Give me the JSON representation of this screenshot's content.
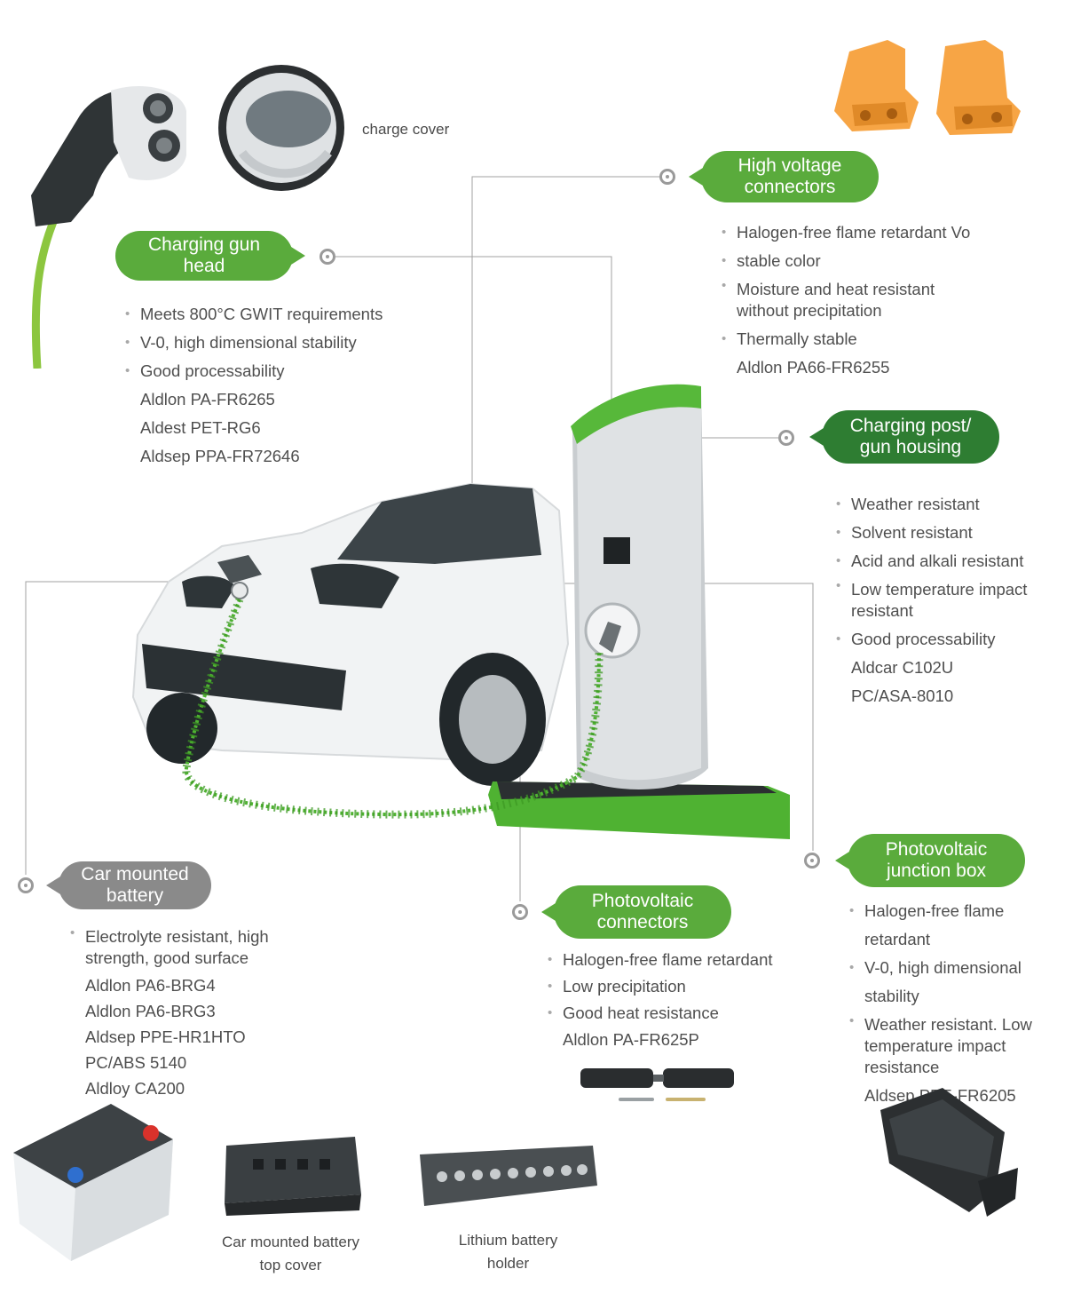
{
  "charge_cover": {
    "label": "charge cover"
  },
  "sections": {
    "high_voltage": {
      "title": "High voltage\nconnectors",
      "items": [
        "Halogen-free flame retardant Vo",
        "stable color",
        "Moisture and heat resistant\nwithout precipitation",
        "Thermally stable",
        "Aldlon PA66-FR6255"
      ]
    },
    "gun_head": {
      "title": "Charging gun\nhead",
      "items": [
        "Meets 800°C GWIT requirements",
        "V-0, high dimensional stability",
        "Good processability",
        "Aldlon PA-FR6265",
        "Aldest PET-RG6",
        "Aldsep PPA-FR72646"
      ]
    },
    "post_housing": {
      "title": "Charging post/\ngun housing",
      "items": [
        "Weather resistant",
        "Solvent resistant",
        "Acid and alkali resistant",
        "Low temperature impact\nresistant",
        "Good processability",
        "Aldcar C102U",
        "PC/ASA-8010"
      ]
    },
    "battery": {
      "title": "Car mounted\nbattery",
      "items": [
        "Electrolyte resistant, high\nstrength, good surface",
        "Aldlon PA6-BRG4",
        "Aldlon PA6-BRG3",
        "Aldsep PPE-HR1HTO",
        "PC/ABS 5140",
        "Aldloy CA200"
      ]
    },
    "pv_connectors": {
      "title": "Photovoltaic\nconnectors",
      "items": [
        "Halogen-free flame retardant",
        "Low precipitation",
        "Good heat resistance",
        "Aldlon PA-FR625P"
      ]
    },
    "pv_box": {
      "title": "Photovoltaic\njunction box",
      "items": [
        "Halogen-free flame retardant",
        "V-0, high dimensional stability",
        "Weather resistant. Low\ntemperature impact\nresistance",
        "Aldsep PPE-FR6205"
      ]
    }
  },
  "captions": {
    "battery_top_cover": "Car mounted battery\ntop cover",
    "lithium_holder": "Lithium battery\nholder"
  },
  "colors": {
    "green": "#5aab3c",
    "dark_green": "#2e7d32",
    "gray": "#8a8a8a",
    "leader": "#9a9a9a"
  }
}
